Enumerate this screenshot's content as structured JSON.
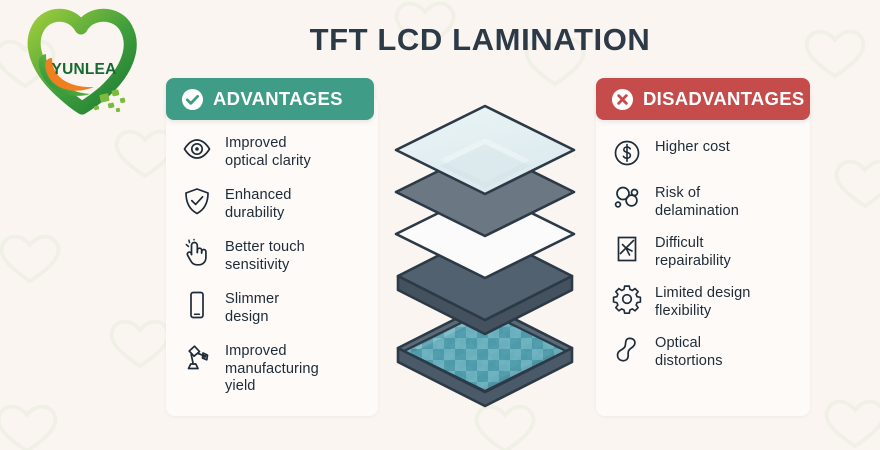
{
  "title": "TFT LCD LAMINATION",
  "brand": {
    "name": "YUNLEA",
    "logo_icon": "yunlea-heart-logo",
    "green_dark": "#17692f",
    "green_light": "#8cc63f",
    "orange": "#ef7f1f"
  },
  "colors": {
    "background": "#faf5f1",
    "card": "#fdfaf8",
    "advantages_accent": "#3f9c87",
    "disadvantages_accent": "#c64b4b",
    "text": "#1e2b38",
    "title": "#2c3a47",
    "layer_glass": "#e3eff1",
    "layer_gray": "#697581",
    "layer_white": "#fbfbfb",
    "layer_slate": "#4e5d6b",
    "lcd_teal": "#4d9aab",
    "lcd_light": "#93c9d1"
  },
  "advantages": {
    "header": "ADVANTAGES",
    "header_icon": "check-circle-icon",
    "items": [
      {
        "icon": "eye-icon",
        "label": "Improved\noptical clarity"
      },
      {
        "icon": "shield-check-icon",
        "label": "Enhanced\ndurability"
      },
      {
        "icon": "touch-hand-icon",
        "label": "Better touch\nsensitivity"
      },
      {
        "icon": "smartphone-icon",
        "label": "Slimmer\ndesign"
      },
      {
        "icon": "robot-arm-icon",
        "label": "Improved\nmanufacturing\nyield"
      }
    ]
  },
  "disadvantages": {
    "header": "DISADVANTAGES",
    "header_icon": "x-circle-icon",
    "items": [
      {
        "icon": "dollar-coin-icon",
        "label": "Higher cost"
      },
      {
        "icon": "bubbles-icon",
        "label": "Risk of\ndelamination"
      },
      {
        "icon": "cracked-screen-icon",
        "label": "Difficult\nrepairability"
      },
      {
        "icon": "gear-icon",
        "label": "Limited design\nflexibility"
      },
      {
        "icon": "distortion-blob-icon",
        "label": "Optical\ndistortions"
      }
    ]
  },
  "stack": {
    "name": "exploded-lcd-layer-stack",
    "layers": [
      {
        "name": "cover-glass-layer",
        "style": "glass"
      },
      {
        "name": "adhesive-layer",
        "style": "gray"
      },
      {
        "name": "touch-sensor-layer",
        "style": "white"
      },
      {
        "name": "backlight-layer",
        "style": "slate-slab"
      },
      {
        "name": "lcd-panel-layer",
        "style": "lcd-slab"
      }
    ]
  }
}
